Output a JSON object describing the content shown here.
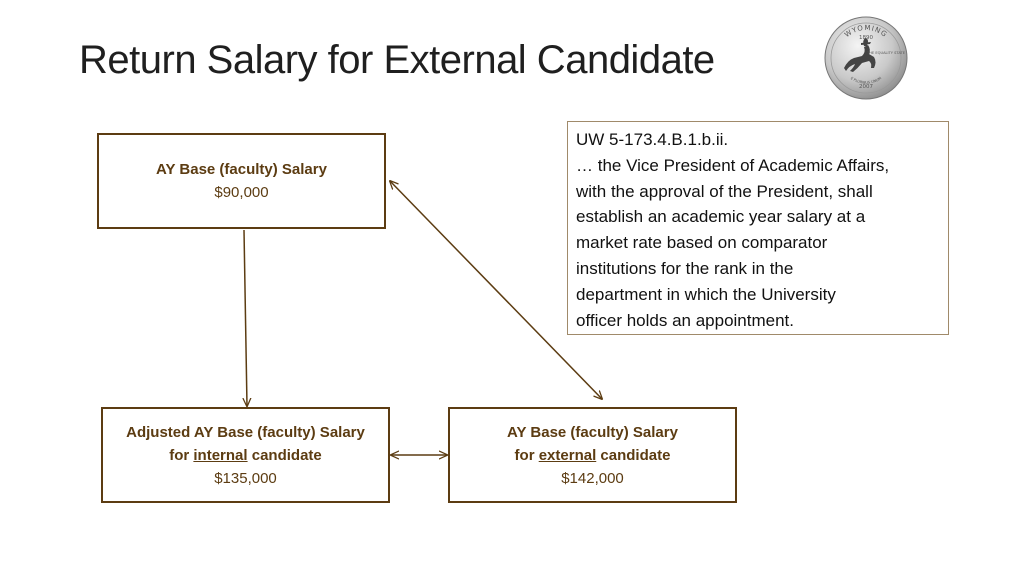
{
  "title": "Return Salary for External Candidate",
  "coin": {
    "top_text": "WYOMING",
    "year_top": "1890",
    "motto": "THE EQUALITY STATE",
    "year_bottom": "2007",
    "bottom_text": "E PLURIBUS UNUM"
  },
  "boxes": {
    "base": {
      "label": "AY Base (faculty) Salary",
      "amount": "$90,000"
    },
    "internal": {
      "label": "Adjusted AY Base (faculty) Salary",
      "for_prefix": "for",
      "for_word": "internal",
      "for_suffix": "candidate",
      "amount": "$135,000"
    },
    "external": {
      "label": "AY Base (faculty) Salary",
      "for_prefix": "for",
      "for_word": "external",
      "for_suffix": "candidate",
      "amount": "$142,000"
    }
  },
  "policy": {
    "lines": [
      "UW 5-173.4.B.1.b.ii.",
      "… the Vice President of Academic Affairs,",
      "with the approval of the President, shall",
      "establish an academic year salary at a",
      "market rate based on comparator",
      "institutions for the rank in the",
      "department in which the University",
      "officer holds an appointment."
    ]
  },
  "colors": {
    "box_border": "#5c3c12",
    "box_text": "#5c3c12",
    "arrow": "#5c3c12",
    "policy_border": "#a08a6a"
  }
}
